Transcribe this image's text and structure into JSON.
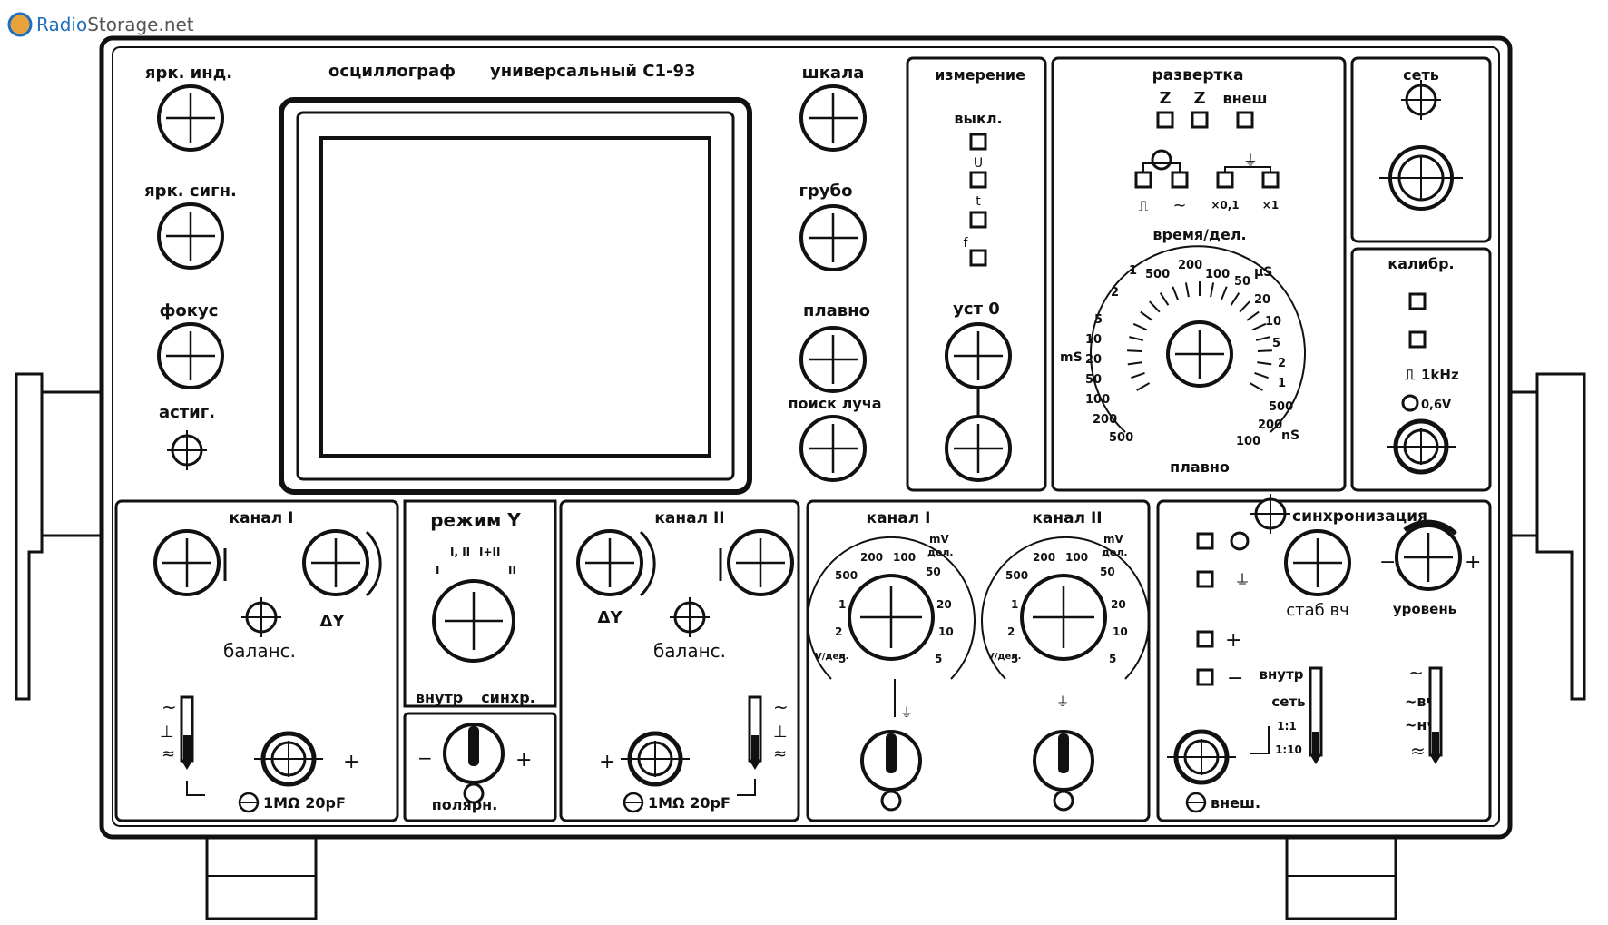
{
  "watermark": {
    "text": "RadioStorage.net",
    "colors": {
      "radio": "#1f6fbf",
      "storage": "#555555"
    }
  },
  "title": {
    "left": "осциллограф",
    "right": "универсальный С1-93"
  },
  "crt_controls": [
    {
      "id": "brightness-ind",
      "label": "ярк. инд."
    },
    {
      "id": "brightness-sig",
      "label": "ярк. сигн."
    },
    {
      "id": "focus",
      "label": "фокус"
    },
    {
      "id": "astig",
      "label": "астиг."
    }
  ],
  "scale_controls": [
    {
      "id": "scale",
      "label": "шкала"
    },
    {
      "id": "coarse",
      "label": "грубо"
    },
    {
      "id": "fine",
      "label": "плавно"
    },
    {
      "id": "beam-search",
      "label": "поиск луча"
    }
  ],
  "measurement": {
    "title": "измерение",
    "off": "выкл.",
    "zero": "уст 0"
  },
  "sweep": {
    "title": "развертка",
    "modes": [
      "Z",
      "Z",
      "внеш"
    ],
    "mult": [
      "×0,1",
      "×1"
    ],
    "time_div": "время/дел.",
    "fine": "плавно",
    "unit_ms": "mS",
    "unit_mus": "μS",
    "unit_ns": "nS",
    "dial_ms": [
      "500",
      "200",
      "100",
      "50",
      "20",
      "10",
      "5",
      "2",
      "1"
    ],
    "dial_top": [
      "500",
      "200",
      "100",
      "50"
    ],
    "dial_right": [
      "20",
      "10",
      "5",
      "2",
      "1"
    ],
    "dial_ns": [
      "500",
      "200",
      "100"
    ]
  },
  "power": {
    "label": "сеть"
  },
  "calibr": {
    "title": "калибр.",
    "freq": "1kHz",
    "volt": "0,6V"
  },
  "channel1": {
    "title": "канал I",
    "balance": "баланс.",
    "dy": "ΔY",
    "input": "1MΩ 20pF"
  },
  "mode_y": {
    "title": "режим Y",
    "positions": [
      "I",
      "I, II",
      "I+II",
      "II"
    ],
    "internal": "внутр",
    "sync": "синхр.",
    "polarity": "полярн."
  },
  "channel2": {
    "title": "канал II",
    "balance": "баланс.",
    "dy": "ΔY",
    "input": "1MΩ 20pF"
  },
  "attenuator": {
    "ch1_title": "канал I",
    "ch2_title": "канал II",
    "mv": "mV",
    "div": "дел.",
    "v_div": "V/дел.",
    "values_left": [
      "500",
      "200",
      "100",
      "50"
    ],
    "values_right": [
      "20",
      "10",
      "5"
    ],
    "values_v": [
      "1",
      "2",
      "5"
    ]
  },
  "sync": {
    "title": "синхронизация",
    "stab": "стаб вч",
    "level": "уровень",
    "internal": "внутр",
    "mains": "сеть",
    "ext": "внеш.",
    "ratio": [
      "1:1",
      "1:10"
    ],
    "filters": [
      "~",
      "~вч",
      "~нч",
      "≈"
    ]
  }
}
